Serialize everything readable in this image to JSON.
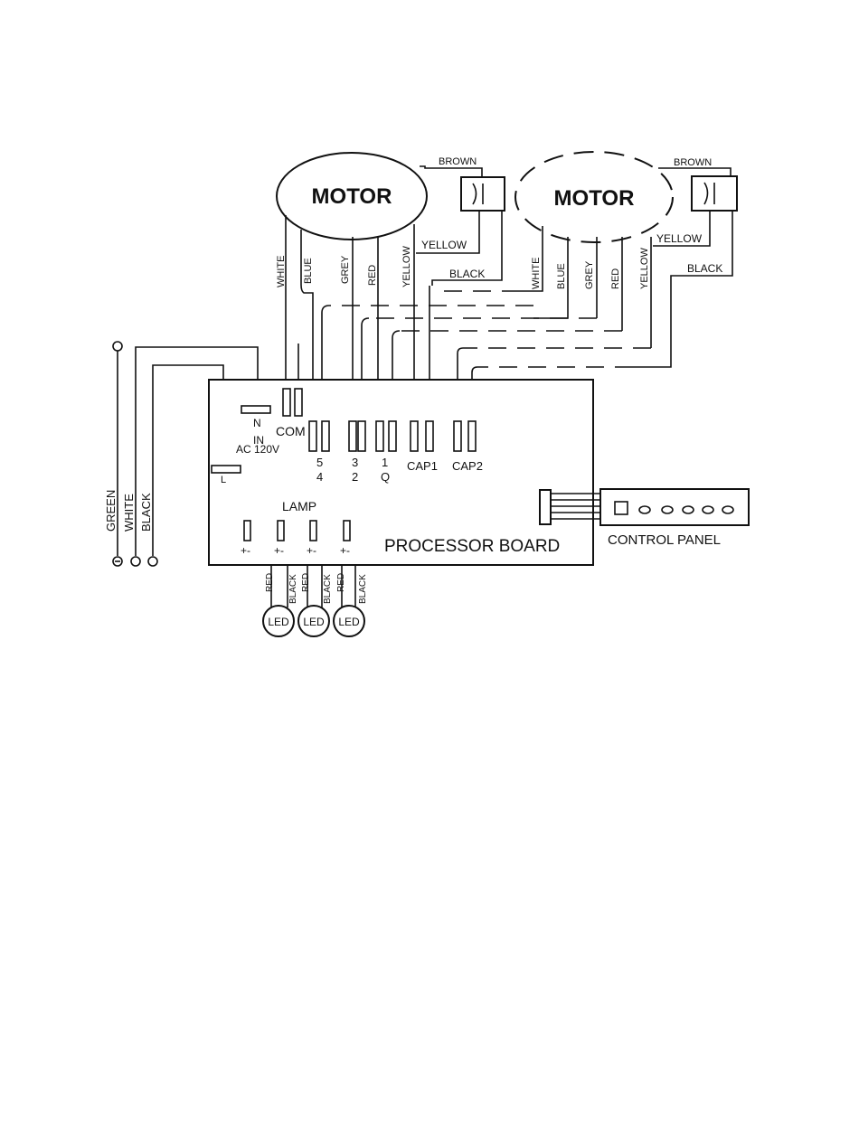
{
  "diagram": {
    "motor_left_label": "MOTOR",
    "motor_right_label": "MOTOR",
    "wire_brown": "BROWN",
    "wire_yellow": "YELLOW",
    "wire_black": "BLACK",
    "wire_white": "WHITE",
    "wire_blue": "BLUE",
    "wire_grey": "GREY",
    "wire_red": "RED",
    "wire_green": "GREEN",
    "board_label": "PROCESSOR BOARD",
    "control_panel_label": "CONTROL PANEL",
    "lamp_label": "LAMP",
    "lamp_polarity": "+-",
    "led_label": "LED",
    "terminal_n": "N",
    "terminal_in": "IN",
    "terminal_ac": "AC 120V",
    "terminal_l": "L",
    "terminal_com": "COM",
    "terminal_5": "5",
    "terminal_4": "4",
    "terminal_3": "3",
    "terminal_2": "2",
    "terminal_1": "1",
    "terminal_q": "Q",
    "terminal_cap1": "CAP1",
    "terminal_cap2": "CAP2"
  }
}
